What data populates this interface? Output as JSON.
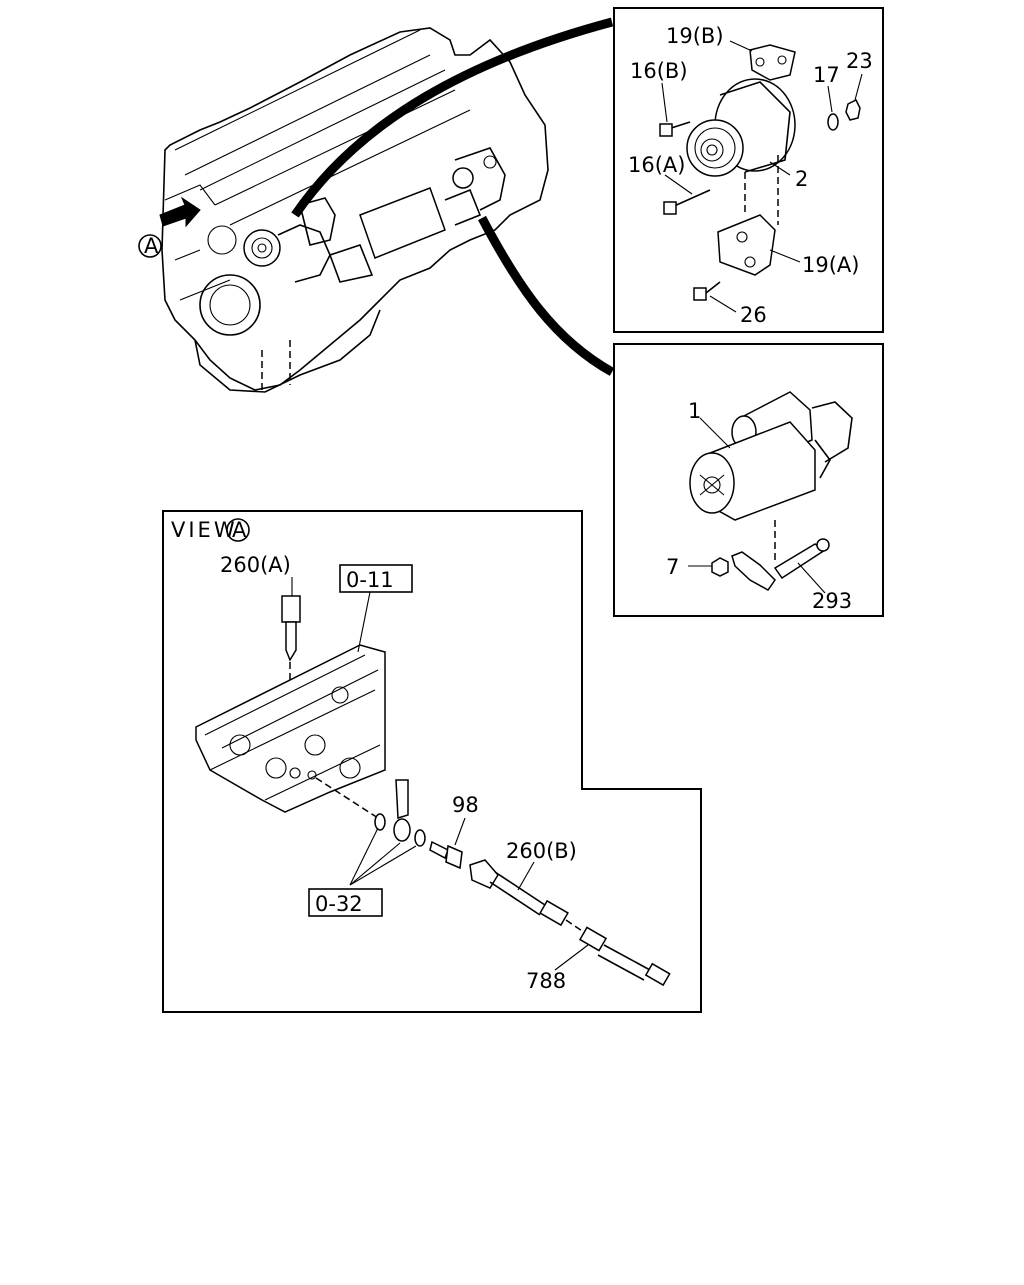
{
  "labels": {
    "view_a": "VIEW",
    "a_marker": "A",
    "p19b": "19(B)",
    "p16b": "16(B)",
    "p17": "17",
    "p23": "23",
    "p16a": "16(A)",
    "p2": "2",
    "p19a": "19(A)",
    "p26": "26",
    "p1": "1",
    "p7": "7",
    "p293": "293",
    "p260a": "260(A)",
    "p011": "0-11",
    "p98": "98",
    "p260b": "260(B)",
    "p032": "0-32",
    "p788": "788"
  }
}
